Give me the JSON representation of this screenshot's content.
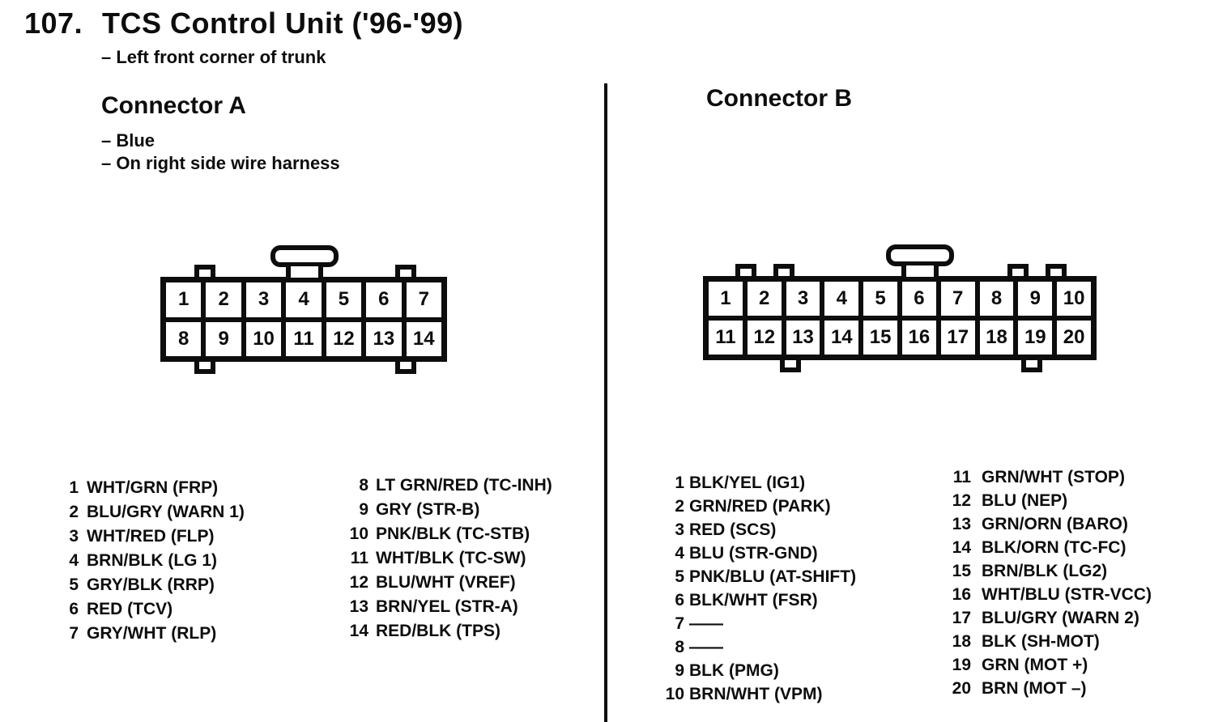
{
  "page": {
    "number": "107.",
    "title": "TCS Control Unit ('96-'99)",
    "location_note": "– Left front corner of trunk"
  },
  "colors": {
    "ink": "#0d0d0d",
    "paper": "#ffffff"
  },
  "connector_a": {
    "title": "Connector A",
    "notes": [
      "– Blue",
      "– On right side wire harness"
    ],
    "pins_top": [
      "1",
      "2",
      "3",
      "4",
      "5",
      "6",
      "7"
    ],
    "pins_bottom": [
      "8",
      "9",
      "10",
      "11",
      "12",
      "13",
      "14"
    ],
    "pin_list_left": [
      [
        "1",
        "WHT/GRN (FRP)"
      ],
      [
        "2",
        "BLU/GRY (WARN 1)"
      ],
      [
        "3",
        "WHT/RED (FLP)"
      ],
      [
        "4",
        "BRN/BLK (LG 1)"
      ],
      [
        "5",
        "GRY/BLK (RRP)"
      ],
      [
        "6",
        "RED (TCV)"
      ],
      [
        "7",
        "GRY/WHT (RLP)"
      ]
    ],
    "pin_list_right": [
      [
        "8",
        "LT GRN/RED (TC-INH)"
      ],
      [
        "9",
        "GRY (STR-B)"
      ],
      [
        "10",
        "PNK/BLK (TC-STB)"
      ],
      [
        "11",
        "WHT/BLK (TC-SW)"
      ],
      [
        "12",
        "BLU/WHT (VREF)"
      ],
      [
        "13",
        "BRN/YEL (STR-A)"
      ],
      [
        "14",
        "RED/BLK (TPS)"
      ]
    ]
  },
  "connector_b": {
    "title": "Connector B",
    "pins_top": [
      "1",
      "2",
      "3",
      "4",
      "5",
      "6",
      "7",
      "8",
      "9",
      "10"
    ],
    "pins_bottom": [
      "11",
      "12",
      "13",
      "14",
      "15",
      "16",
      "17",
      "18",
      "19",
      "20"
    ],
    "pin_list_left": [
      [
        "1",
        "BLK/YEL (IG1)"
      ],
      [
        "2",
        "GRN/RED (PARK)"
      ],
      [
        "3",
        "RED (SCS)"
      ],
      [
        "4",
        "BLU (STR-GND)"
      ],
      [
        "5",
        "PNK/BLU (AT-SHIFT)"
      ],
      [
        "6",
        "BLK/WHT (FSR)"
      ],
      [
        "7",
        "——"
      ],
      [
        "8",
        "——"
      ],
      [
        "9",
        "BLK (PMG)"
      ],
      [
        "10",
        "BRN/WHT (VPM)"
      ]
    ],
    "pin_list_right": [
      [
        "11",
        "GRN/WHT (STOP)"
      ],
      [
        "12",
        "BLU (NEP)"
      ],
      [
        "13",
        "GRN/ORN (BARO)"
      ],
      [
        "14",
        "BLK/ORN (TC-FC)"
      ],
      [
        "15",
        "BRN/BLK (LG2)"
      ],
      [
        "16",
        "WHT/BLU (STR-VCC)"
      ],
      [
        "17",
        "BLU/GRY (WARN 2)"
      ],
      [
        "18",
        "BLK (SH-MOT)"
      ],
      [
        "19",
        "GRN (MOT +)"
      ],
      [
        "20",
        "BRN (MOT –)"
      ]
    ]
  }
}
